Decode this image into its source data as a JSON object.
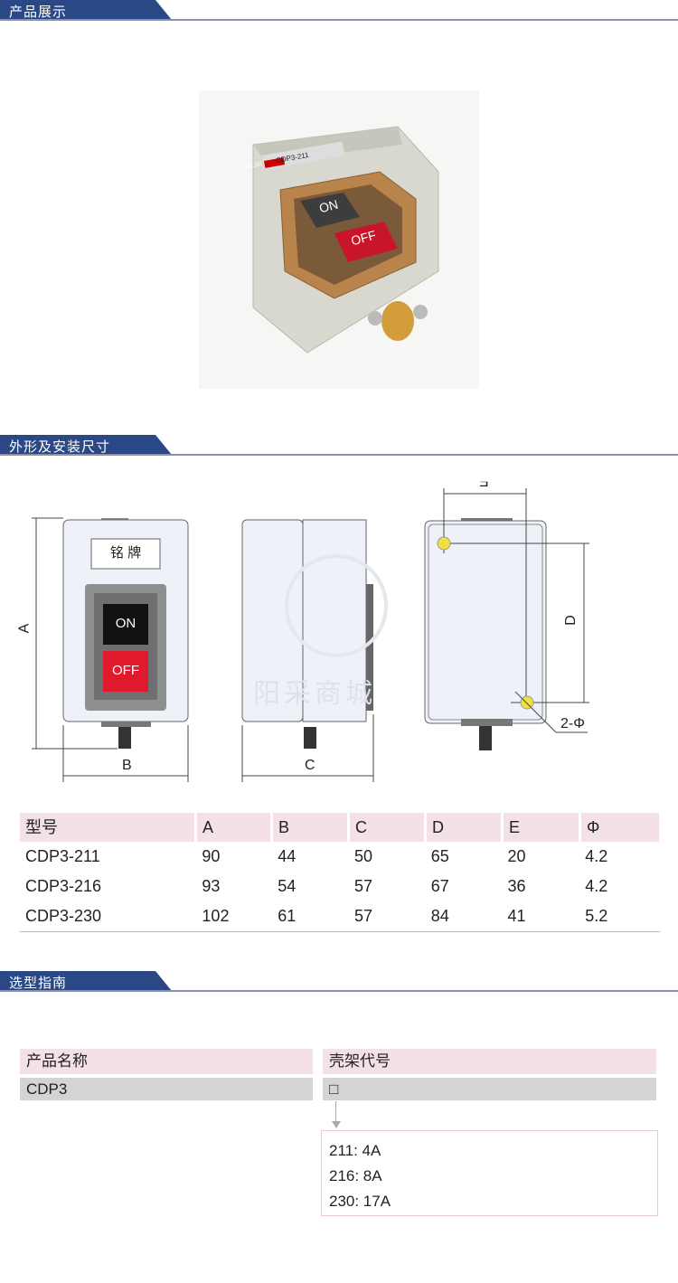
{
  "sections": {
    "s1": "产品展示",
    "s2": "外形及安装尺寸",
    "s3": "选型指南"
  },
  "product": {
    "brand": "DELIXI",
    "model": "CDP3-211",
    "btn_on": "ON",
    "btn_off": "OFF"
  },
  "diagram": {
    "nameplate": "铭 牌",
    "on": "ON",
    "off": "OFF",
    "A": "A",
    "B": "B",
    "C": "C",
    "D": "D",
    "E": "E",
    "phi": "2-Φ",
    "watermark": "阳采商城"
  },
  "table": {
    "headers": [
      "型号",
      "A",
      "B",
      "C",
      "D",
      "E",
      "Φ"
    ],
    "rows": [
      [
        "CDP3-211",
        "90",
        "44",
        "50",
        "65",
        "20",
        "4.2"
      ],
      [
        "CDP3-216",
        "93",
        "54",
        "57",
        "67",
        "36",
        "4.2"
      ],
      [
        "CDP3-230",
        "102",
        "61",
        "57",
        "84",
        "41",
        "5.2"
      ]
    ]
  },
  "selection": {
    "name_label": "产品名称",
    "name_value": "CDP3",
    "code_label": "壳架代号",
    "code_value": "□",
    "options": [
      "211: 4A",
      "216: 8A",
      "230: 17A"
    ]
  }
}
